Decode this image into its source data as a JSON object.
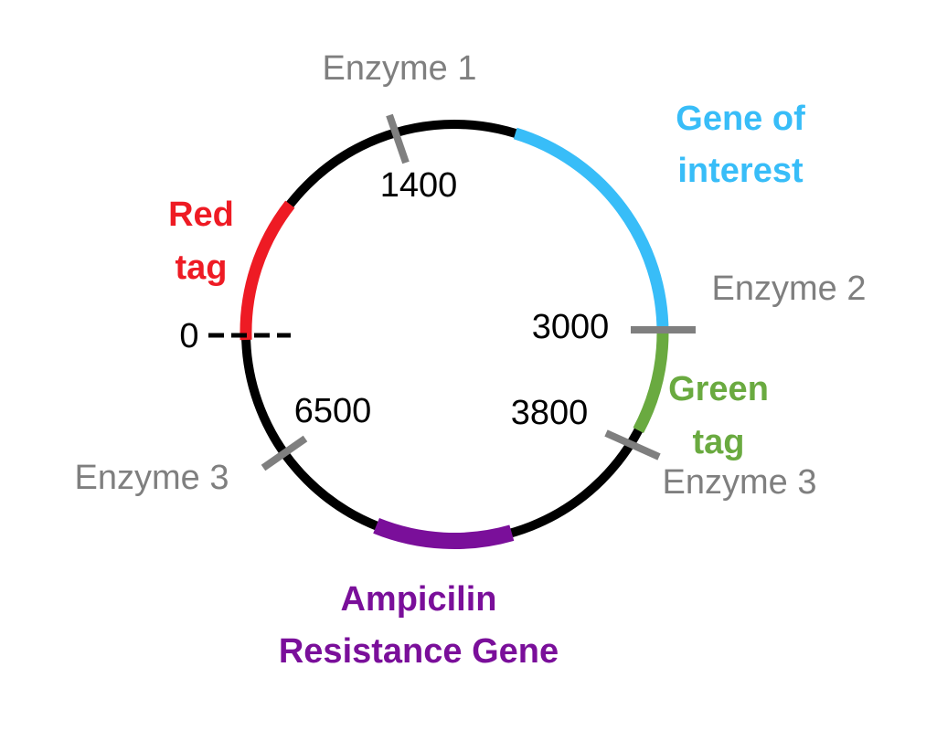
{
  "colors": {
    "backbone": "#000000",
    "gene_of_interest": "#38BDF8",
    "red_tag": "#EE1B24",
    "green_tag": "#6AAA40",
    "ampicilin": "#7A0F9A",
    "enzyme_marker": "#7F7F7F",
    "enzyme_label": "#7F7F7F",
    "position_label": "#000000"
  },
  "features": {
    "gene_of_interest": {
      "line1": "Gene of",
      "line2": "interest"
    },
    "red_tag": {
      "line1": "Red",
      "line2": "tag"
    },
    "green_tag": {
      "line1": "Green",
      "line2": "tag"
    },
    "ampicilin": {
      "line1": "Ampicilin",
      "line2": "Resistance Gene"
    }
  },
  "enzymes": {
    "enzyme1": "Enzyme 1",
    "enzyme2": "Enzyme 2",
    "enzyme3_right": "Enzyme 3",
    "enzyme3_left": "Enzyme 3"
  },
  "positions": {
    "origin": "0",
    "site1": "1400",
    "site2": "3000",
    "site3": "3800",
    "site4": "6500"
  }
}
